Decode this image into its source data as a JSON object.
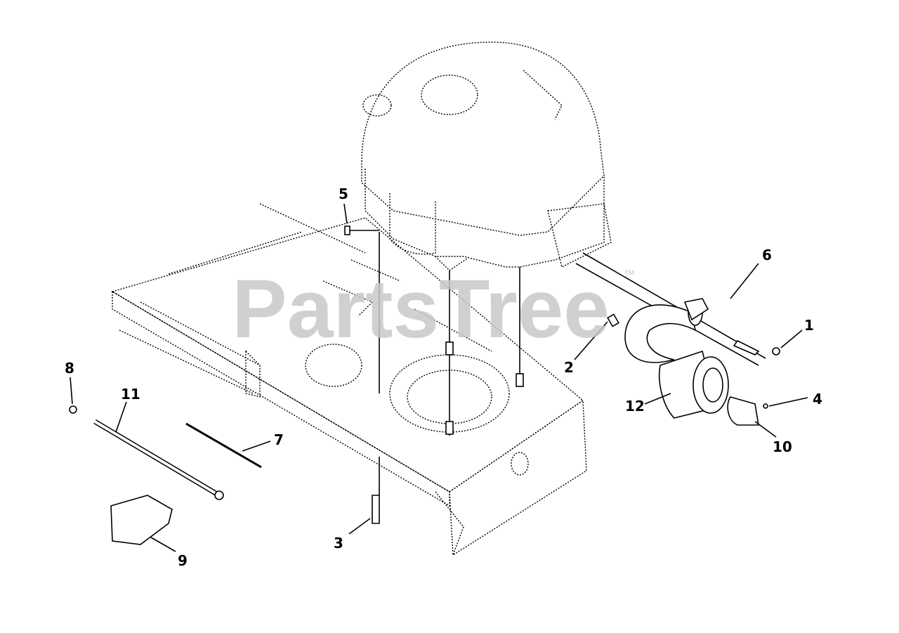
{
  "watermark": {
    "text": "PartsTree",
    "trademark": "™"
  },
  "callouts": [
    "1",
    "2",
    "3",
    "4",
    "5",
    "6",
    "7",
    "8",
    "9",
    "10",
    "11",
    "12"
  ]
}
